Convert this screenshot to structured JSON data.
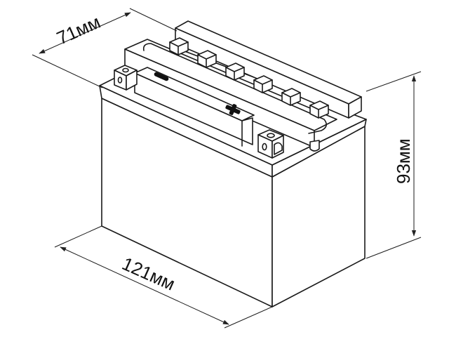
{
  "drawing": {
    "subject": "battery",
    "terminals": {
      "negative_symbol": "−",
      "positive_symbol": "+"
    },
    "vent_caps_count": 6,
    "colors": {
      "line": "#1a1a1a",
      "background": "#ffffff"
    }
  },
  "dimensions": {
    "width": {
      "value": 71,
      "unit": "мм",
      "label": "71мм"
    },
    "length": {
      "value": 121,
      "unit": "мм",
      "label": "121мм"
    },
    "height": {
      "value": 93,
      "unit": "мм",
      "label": "93мм"
    }
  }
}
